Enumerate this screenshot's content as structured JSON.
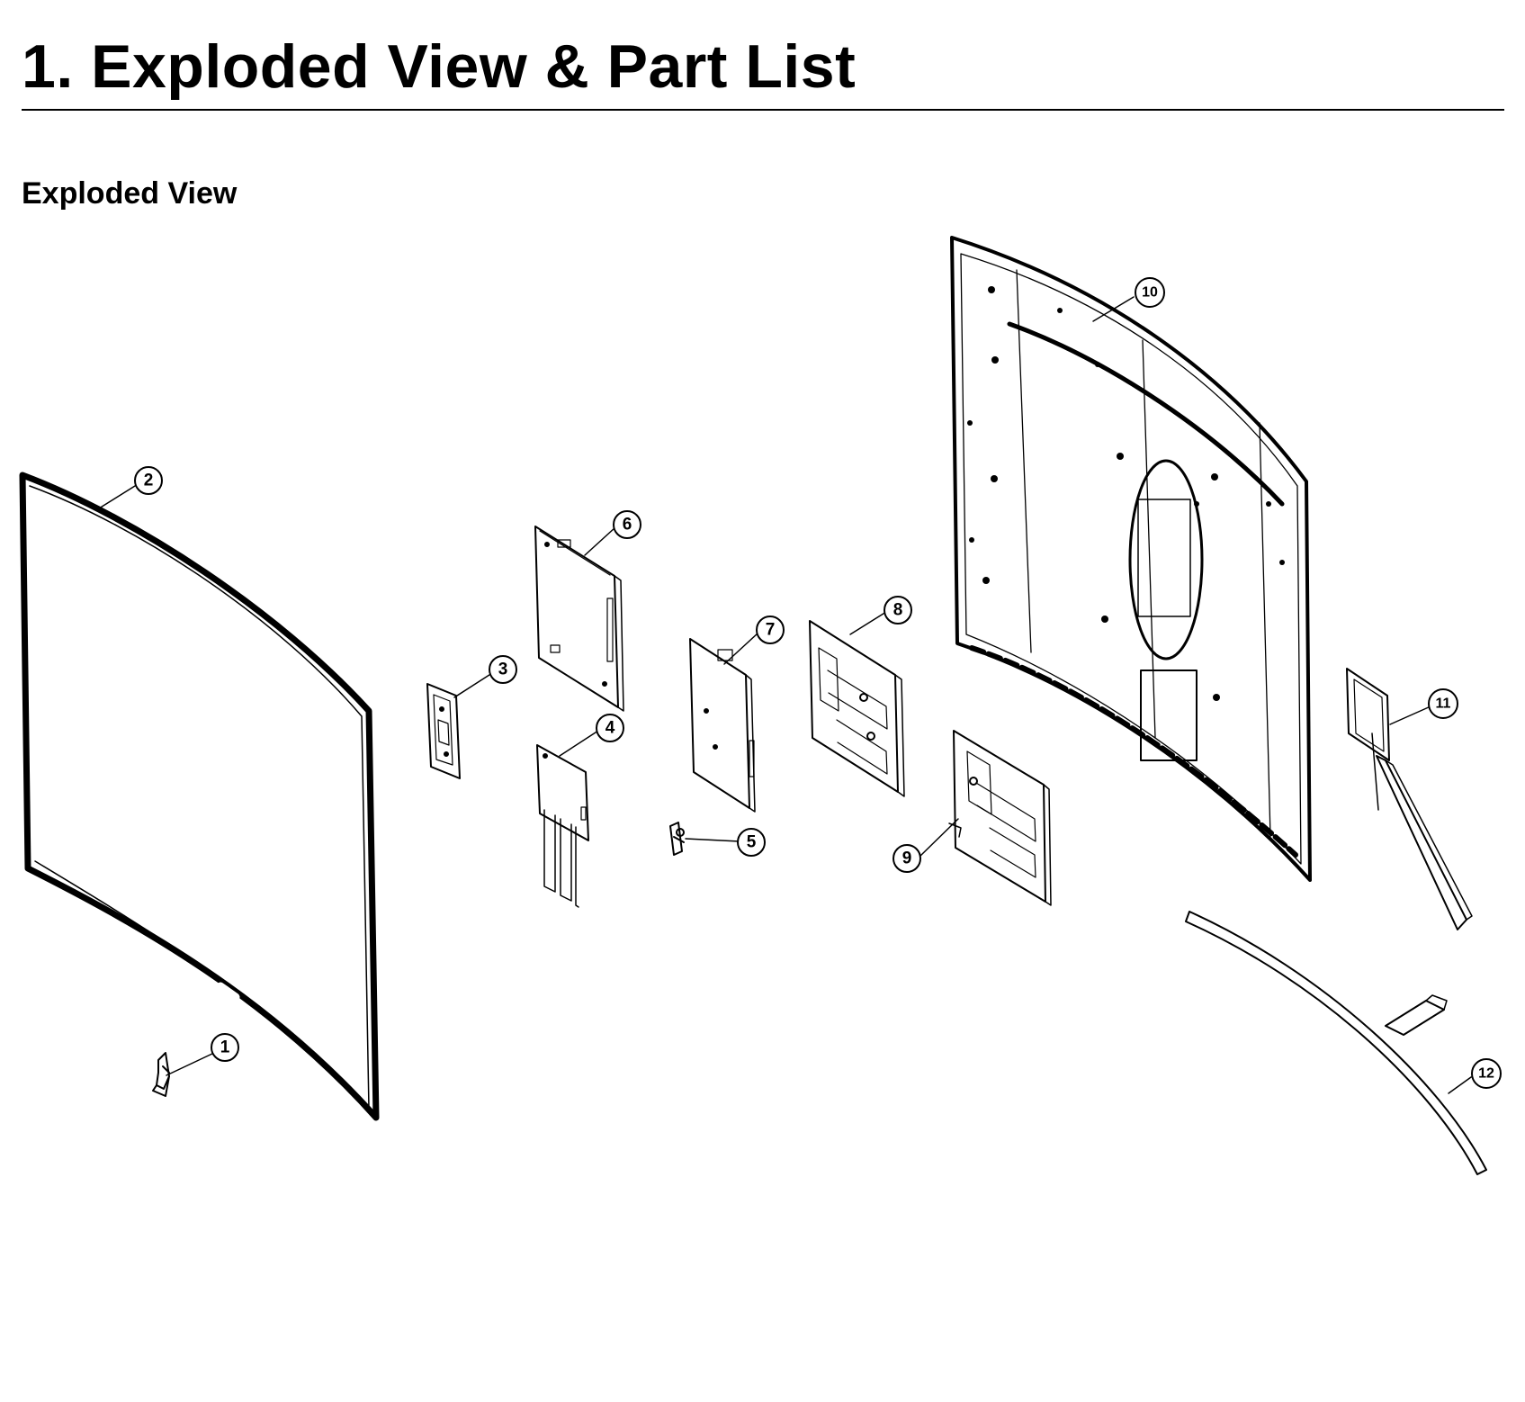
{
  "page": {
    "title": "1.  Exploded View & Part List",
    "section_title": "Exploded View"
  },
  "callouts": [
    {
      "id": "1",
      "label": "1"
    },
    {
      "id": "2",
      "label": "2"
    },
    {
      "id": "3",
      "label": "3"
    },
    {
      "id": "4",
      "label": "4"
    },
    {
      "id": "5",
      "label": "5"
    },
    {
      "id": "6",
      "label": "6"
    },
    {
      "id": "7",
      "label": "7"
    },
    {
      "id": "8",
      "label": "8"
    },
    {
      "id": "9",
      "label": "9"
    },
    {
      "id": "10",
      "label": "10"
    },
    {
      "id": "11",
      "label": "11"
    },
    {
      "id": "12",
      "label": "12"
    }
  ]
}
